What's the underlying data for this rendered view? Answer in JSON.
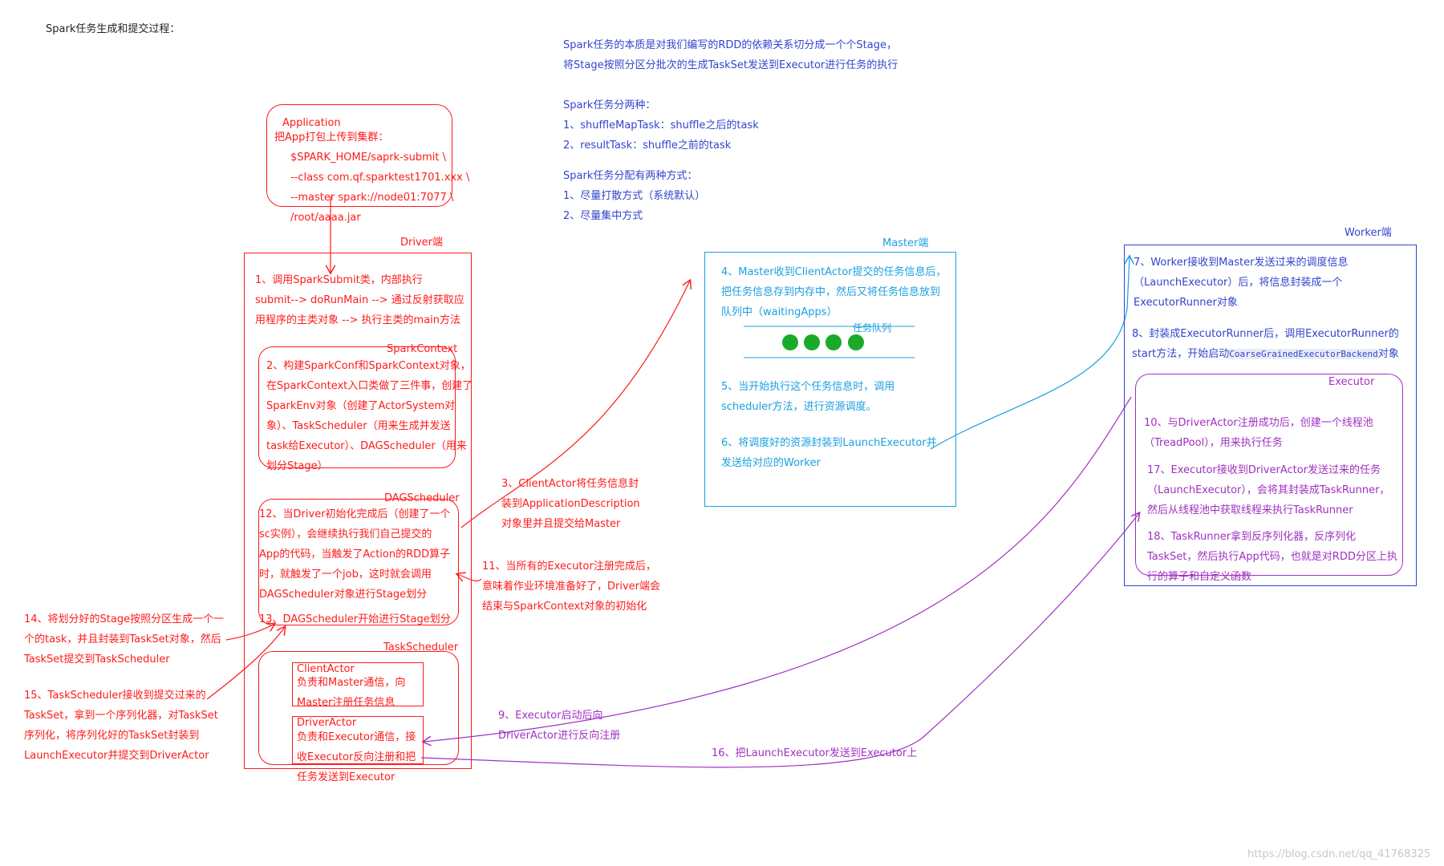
{
  "title": "Spark任务生成和提交过程：",
  "notes": {
    "essence_1": "Spark任务的本质是对我们编写的RDD的依赖关系切分成一个个Stage，",
    "essence_2": "将Stage按照分区分批次的生成TaskSet发送到Executor进行任务的执行",
    "types_title": "Spark任务分两种：",
    "types_1": "1、shuffleMapTask：shuffle之后的task",
    "types_2": "2、resultTask：shuffle之前的task",
    "alloc_title": "Spark任务分配有两种方式：",
    "alloc_1": "1、尽量打散方式（系统默认）",
    "alloc_2": "2、尽量集中方式"
  },
  "application": {
    "line1": "Application",
    "line2": "把App打包上传到集群：",
    "line3": "$SPARK_HOME/saprk-submit \\",
    "line4": "--class com.qf.sparktest1701.xxx \\",
    "line5": "--master spark://node01:7077 \\",
    "line6": "/root/aaaa.jar"
  },
  "driver": {
    "label": "Driver端",
    "step1_a": "1、调用SparkSubmit类，内部执行",
    "step1_b": "submit--> doRunMain --> 通过反射获取应",
    "step1_c": "用程序的主类对象 --> 执行主类的main方法",
    "sparkcontext_label": "SparkContext",
    "step2_a": "2、构建SparkConf和SparkContext对象，",
    "step2_b": "在SparkContext入口类做了三件事，创建了",
    "step2_c": "SparkEnv对象（创建了ActorSystem对",
    "step2_d": "象）、TaskScheduler（用来生成并发送",
    "step2_e": "task给Executor）、DAGScheduler（用来",
    "step2_f": "划分Stage）",
    "dagscheduler_label": "DAGScheduler",
    "step12_a": "12、当Driver初始化完成后（创建了一个",
    "step12_b": "sc实例），会继续执行我们自己提交的",
    "step12_c": "App的代码，当触发了Action的RDD算子",
    "step12_d": "时，就触发了一个job，这时就会调用",
    "step12_e": "DAGScheduler对象进行Stage划分",
    "step13": "13、DAGScheduler开始进行Stage划分",
    "taskscheduler_label": "TaskScheduler",
    "clientactor_a": "ClientActor",
    "clientactor_b": "负责和Master通信，向",
    "clientactor_c": "Master注册任务信息",
    "driveractor_a": "DriverActor",
    "driveractor_b": "负责和Executor通信，接",
    "driveractor_c": "收Executor反向注册和把",
    "driveractor_d": "任务发送到Executor"
  },
  "left_notes": {
    "step14_a": "14、将划分好的Stage按照分区生成一个一",
    "step14_b": "个的task，并且封装到TaskSet对象，然后",
    "step14_c": "TaskSet提交到TaskScheduler",
    "step15_a": "15、TaskScheduler接收到提交过来的",
    "step15_b": "TaskSet，拿到一个序列化器，对TaskSet",
    "step15_c": "序列化，将序列化好的TaskSet封装到",
    "step15_d": "LaunchExecutor并提交到DriverActor"
  },
  "middle_notes": {
    "step3_a": "3、ClientActor将任务信息封",
    "step3_b": "装到ApplicationDescription",
    "step3_c": "对象里并且提交给Master",
    "step11_a": "11、当所有的Executor注册完成后，",
    "step11_b": "意味着作业环境准备好了，Driver端会",
    "step11_c": "结束与SparkContext对象的初始化",
    "step9_a": "9、Executor启动后向",
    "step9_b": "DriverActor进行反向注册",
    "step16": "16、把LaunchExecutor发送到Executor上"
  },
  "master": {
    "label": "Master端",
    "step4_a": "4、Master收到ClientActor提交的任务信息后，",
    "step4_b": "把任务信息存到内存中，然后又将任务信息放到",
    "step4_c": "队列中（waitingApps）",
    "queue_label": "任务队列",
    "step5_a": "5、当开始执行这个任务信息时，调用",
    "step5_b": "scheduler方法，进行资源调度。",
    "step6_a": "6、将调度好的资源封装到LaunchExecutor并",
    "step6_b": "发送给对应的Worker"
  },
  "worker": {
    "label": "Worker端",
    "step7_a": "7、Worker接收到Master发送过来的调度信息",
    "step7_b": "（LaunchExecutor）后，将信息封装成一个",
    "step7_c": "ExecutorRunner对象",
    "step8_a": "8、封装成ExecutorRunner后，调用ExecutorRunner的",
    "step8_b": "start方法，开始启动",
    "step8_code": "CoarseGrainedExecutorBackend",
    "step8_c": "对象",
    "executor_label": "Executor",
    "step10_a": "10、与DriverActor注册成功后，创建一个线程池",
    "step10_b": "（TreadPool），用来执行任务",
    "step17_a": "17、Executor接收到DriverActor发送过来的任务",
    "step17_b": "（LaunchExecutor），会将其封装成TaskRunner，",
    "step17_c": "然后从线程池中获取线程来执行TaskRunner",
    "step18_a": "18、TaskRunner拿到反序列化器，反序列化",
    "step18_b": "TaskSet，然后执行App代码，也就是对RDD分区上执",
    "step18_c": "行的算子和自定义函数"
  },
  "watermark": "https://blog.csdn.net/qq_41768325",
  "colors": {
    "red": "#ff1a1a",
    "blue": "#3344cc",
    "cyan": "#1a9fe0",
    "purple": "#a030c0",
    "green": "#1aaa2a"
  }
}
